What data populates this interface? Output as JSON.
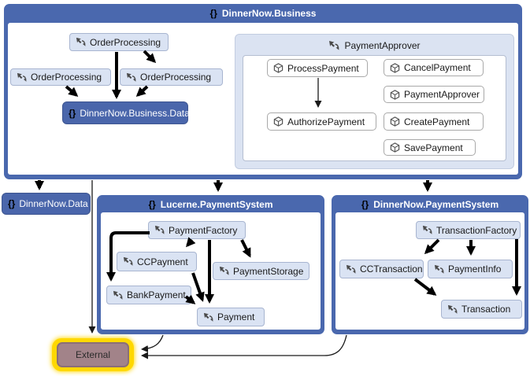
{
  "glyphs": {
    "namespace": "{}"
  },
  "colors": {
    "group_blue": "#4a68ae",
    "dark_node_blue": "#4a66ab",
    "light_node_fill": "#dae3f3",
    "light_group_fill": "#dbe3f2",
    "external_fill": "#a28389",
    "external_glow": "#ffd800",
    "arrow": "#000000"
  },
  "business": {
    "title": "DinnerNow.Business",
    "order_processing_top": "OrderProcessing",
    "order_processing_left": "OrderProcessing",
    "order_processing_right": "OrderProcessing",
    "business_data": "DinnerNow.Business.Data",
    "payment_approver": {
      "title": "PaymentApprover",
      "process_payment": "ProcessPayment",
      "cancel_payment": "CancelPayment",
      "payment_approver_member": "PaymentApprover",
      "authorize_payment": "AuthorizePayment",
      "create_payment": "CreatePayment",
      "save_payment": "SavePayment"
    }
  },
  "dinnernow_data": {
    "title": "DinnerNow.Data"
  },
  "lucerne": {
    "title": "Lucerne.PaymentSystem",
    "payment_factory": "PaymentFactory",
    "cc_payment": "CCPayment",
    "payment_storage": "PaymentStorage",
    "bank_payment": "BankPayment",
    "payment": "Payment"
  },
  "dinnernow_payment": {
    "title": "DinnerNow.PaymentSystem",
    "transaction_factory": "TransactionFactory",
    "cc_transaction": "CCTransaction",
    "payment_info": "PaymentInfo",
    "transaction": "Transaction"
  },
  "external": {
    "label": "External"
  }
}
